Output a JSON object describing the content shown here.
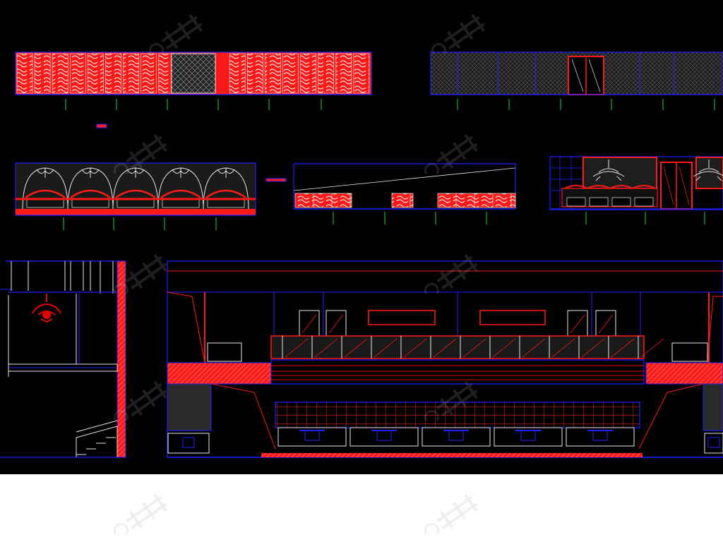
{
  "drawing": {
    "colors": {
      "background": "#000000",
      "outline": "#2020ff",
      "fill_red": "#ff1a1a",
      "accent_red": "#e60000",
      "white": "#e8e8e8",
      "grey": "#4a4a4a",
      "dim_green": "#2ecc40",
      "below_area": "#ffffff"
    },
    "panels": [
      {
        "id": "screen-panel-elevation"
      },
      {
        "id": "mesh-wall-with-door-elevation"
      },
      {
        "id": "arched-booth-elevation"
      },
      {
        "id": "sloped-ceiling-booth-elevation"
      },
      {
        "id": "chandelier-window-booth-elevation"
      },
      {
        "id": "stair-section-with-chandelier"
      },
      {
        "id": "main-stage-section"
      }
    ]
  },
  "watermark": {
    "text": "千图网",
    "icon": "leaf-logo-icon"
  }
}
